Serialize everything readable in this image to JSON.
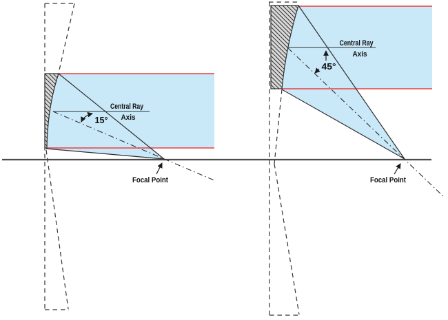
{
  "diagram": {
    "description": "Phased array beam steering and focusing diagram with two steering angles",
    "left": {
      "angle_label": "15°",
      "central_ray_label": "Central Ray",
      "axis_label": "Axis",
      "focal_point_label": "Focal Point"
    },
    "right": {
      "angle_label": "45°",
      "central_ray_label": "Central Ray",
      "axis_label": "Axis",
      "focal_point_label": "Focal Point"
    },
    "colors": {
      "beam_fill": "#c9e8f8",
      "reference_line": "#ec3f3f",
      "transducer_fill": "#d9d9d9",
      "line": "#2f2f2f",
      "surface_line": "#4c4c4c"
    }
  }
}
